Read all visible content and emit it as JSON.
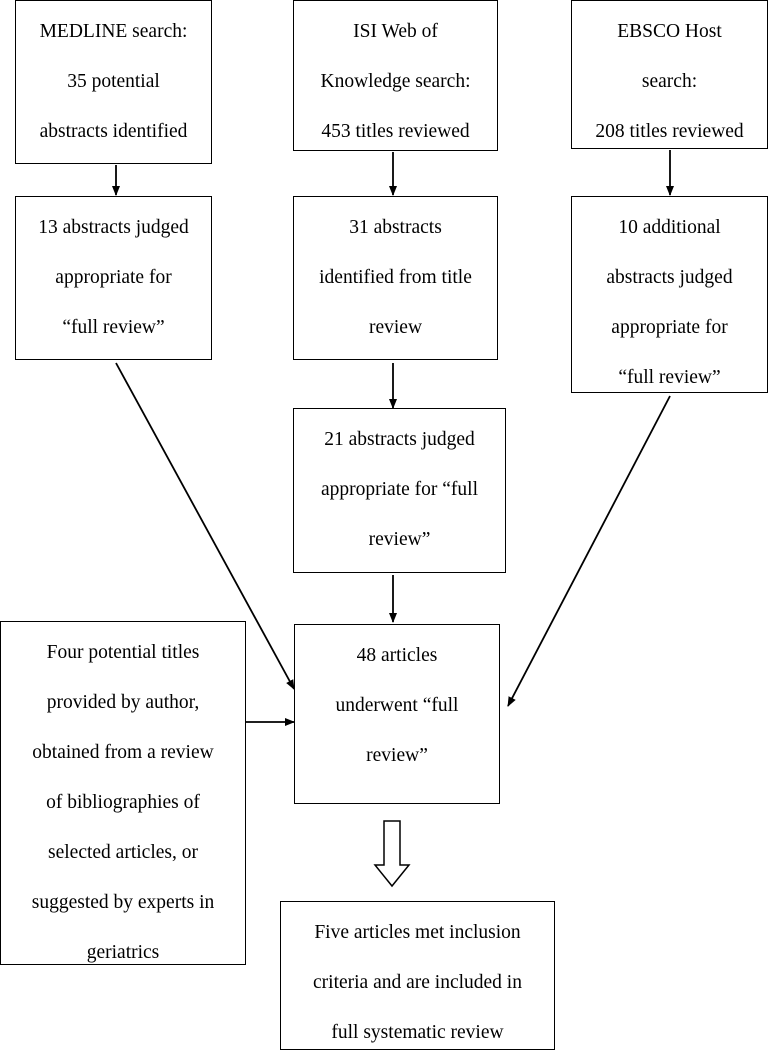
{
  "boxes": {
    "medline_search": {
      "lines": [
        "MEDLINE search:",
        "35 potential",
        "abstracts identified"
      ]
    },
    "isi_search": {
      "lines": [
        "ISI Web of",
        "Knowledge search:",
        "453 titles reviewed"
      ]
    },
    "ebsco_search": {
      "lines": [
        "EBSCO Host",
        "search:",
        "208 titles reviewed"
      ]
    },
    "medline_judged": {
      "lines": [
        "13 abstracts judged",
        "appropriate for",
        "“full review”"
      ]
    },
    "isi_identified": {
      "lines": [
        "31 abstracts",
        "identified from title",
        "review"
      ]
    },
    "ebsco_judged": {
      "lines": [
        "10 additional",
        "abstracts judged",
        "appropriate for",
        "“full review”"
      ]
    },
    "isi_judged": {
      "lines": [
        "21 abstracts judged",
        "appropriate for “full",
        "review”"
      ]
    },
    "author_titles": {
      "lines": [
        "Four potential titles",
        "provided by author,",
        "obtained from a review",
        "of bibliographies of",
        "selected articles, or",
        "suggested by experts in",
        "geriatrics"
      ]
    },
    "full_review": {
      "lines": [
        "48 articles",
        "underwent “full",
        "review”"
      ]
    },
    "included": {
      "lines": [
        "Five articles met inclusion",
        "criteria and are included in",
        "full systematic review"
      ]
    }
  }
}
